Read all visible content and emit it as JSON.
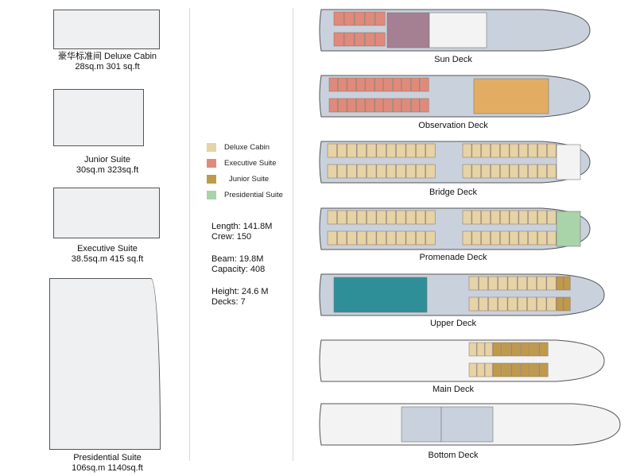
{
  "cabins": [
    {
      "name": "豪华标准间  Deluxe Cabin",
      "size": "28sq.m 301 sq.ft"
    },
    {
      "name": "Junior Suite",
      "size": "30sq.m 323sq.ft"
    },
    {
      "name": "Executive Suite",
      "size": "38.5sq.m  415 sq.ft"
    },
    {
      "name": "Presidential Suite",
      "size": "106sq.m  1140sq.ft"
    }
  ],
  "legend": [
    {
      "label": "Deluxe Cabin",
      "color": "#e6d3a6"
    },
    {
      "label": "Executive Suite",
      "color": "#e08a7c"
    },
    {
      "label": "Junior Suite",
      "color": "#bf9a4c"
    },
    {
      "label": "Presidential Suite",
      "color": "#a9d3a9"
    }
  ],
  "specs": [
    {
      "a": "Length: 141.8M",
      "b": "Crew: 150"
    },
    {
      "a": "Beam: 19.8M",
      "b": "Capacity: 408"
    },
    {
      "a": "Height: 24.6 M",
      "b": "Decks: 7"
    }
  ],
  "decks": [
    {
      "name": "Sun Deck"
    },
    {
      "name": "Observation Deck"
    },
    {
      "name": "Bridge Deck"
    },
    {
      "name": "Promenade Deck"
    },
    {
      "name": "Upper Deck"
    },
    {
      "name": "Main Deck"
    },
    {
      "name": "Bottom Deck"
    }
  ],
  "colors": {
    "hull": "#c9d1dc",
    "lounge": "#a57f92",
    "restaurant": "#e2ad63",
    "dining": "#2f8f98",
    "service": "#f3f3f3"
  }
}
